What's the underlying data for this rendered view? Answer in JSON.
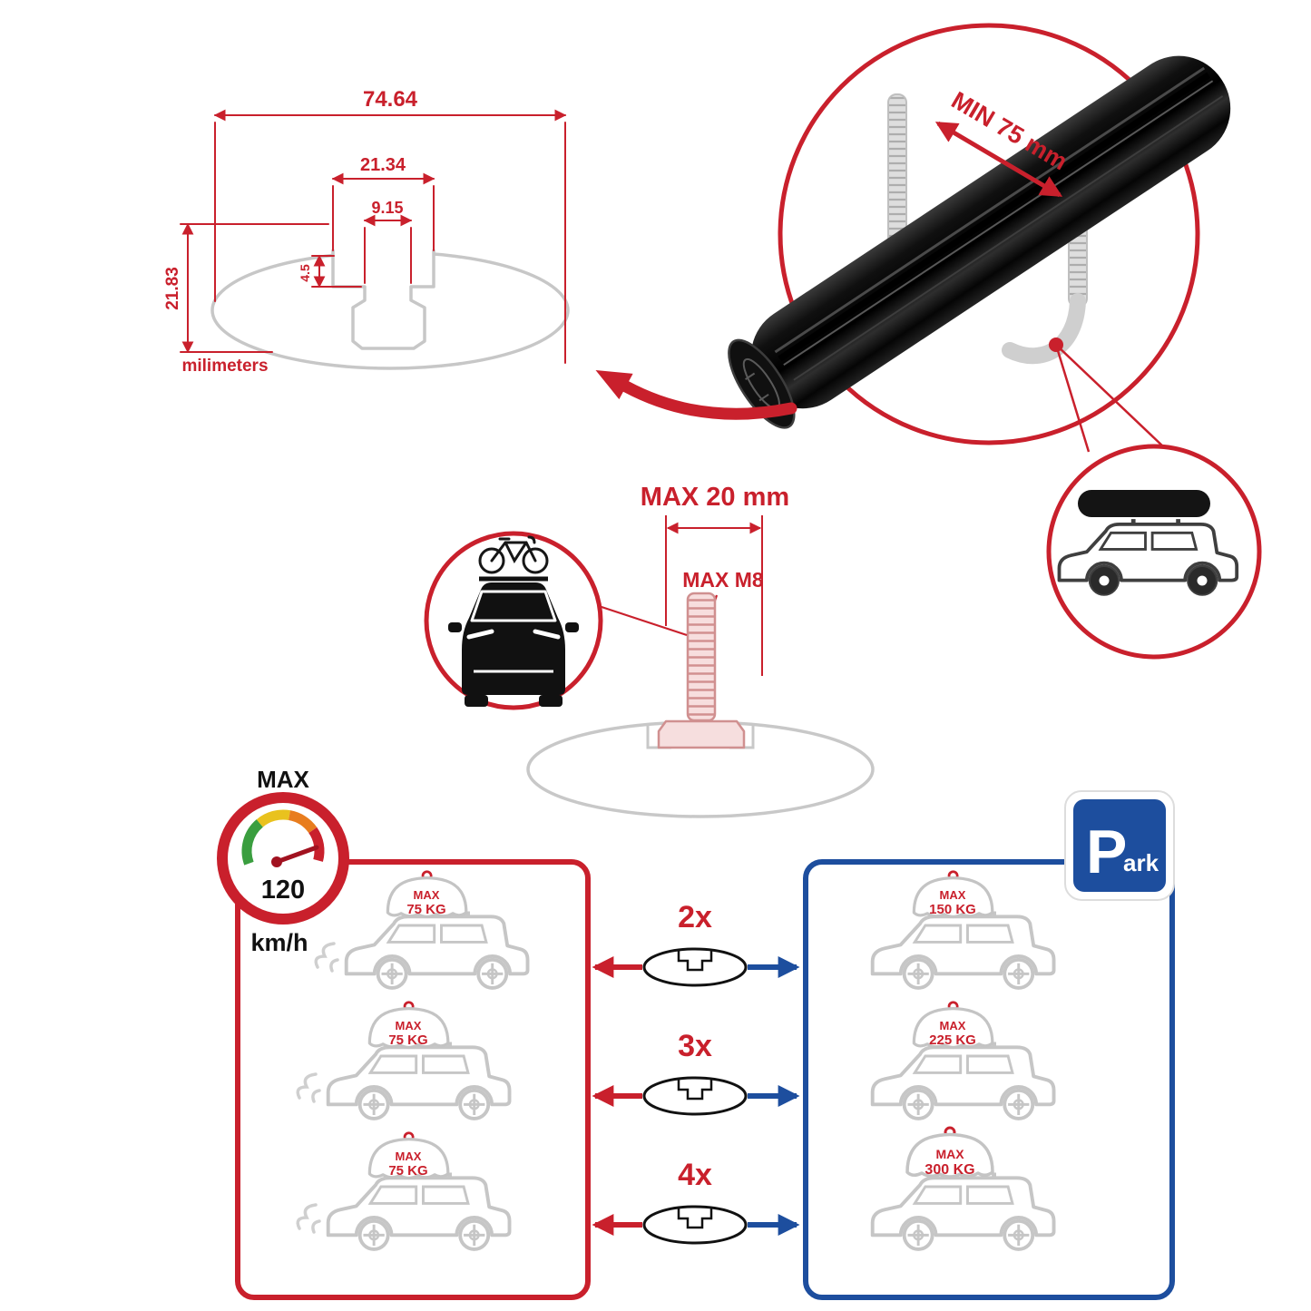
{
  "colors": {
    "red": "#c9202c",
    "blue": "#1d4e9e",
    "gray": "#c6c6c6",
    "black": "#111111"
  },
  "cross_section": {
    "total_width": "74.64",
    "slot_outer_width": "21.34",
    "slot_inner_width": "9.15",
    "slot_depth": "4.5",
    "total_height": "21.83",
    "units": "milimeters"
  },
  "bar_detail": {
    "min_clamp": "MIN 75 mm"
  },
  "bolt": {
    "max_length": "MAX 20 mm",
    "max_thread": "MAX M8"
  },
  "speed": {
    "label": "MAX",
    "value": "120",
    "units": "km/h"
  },
  "driving_panel": {
    "cars": [
      {
        "max": "MAX",
        "weight": "75 KG"
      },
      {
        "max": "MAX",
        "weight": "75 KG"
      },
      {
        "max": "MAX",
        "weight": "75 KG"
      }
    ]
  },
  "parking_panel": {
    "sign": {
      "letter": "P",
      "suffix": "ark"
    },
    "cars": [
      {
        "max": "MAX",
        "weight": "150 KG"
      },
      {
        "max": "MAX",
        "weight": "225 KG"
      },
      {
        "max": "MAX",
        "weight": "300 KG"
      }
    ]
  },
  "multipliers": [
    {
      "label": "2x"
    },
    {
      "label": "3x"
    },
    {
      "label": "4x"
    }
  ]
}
